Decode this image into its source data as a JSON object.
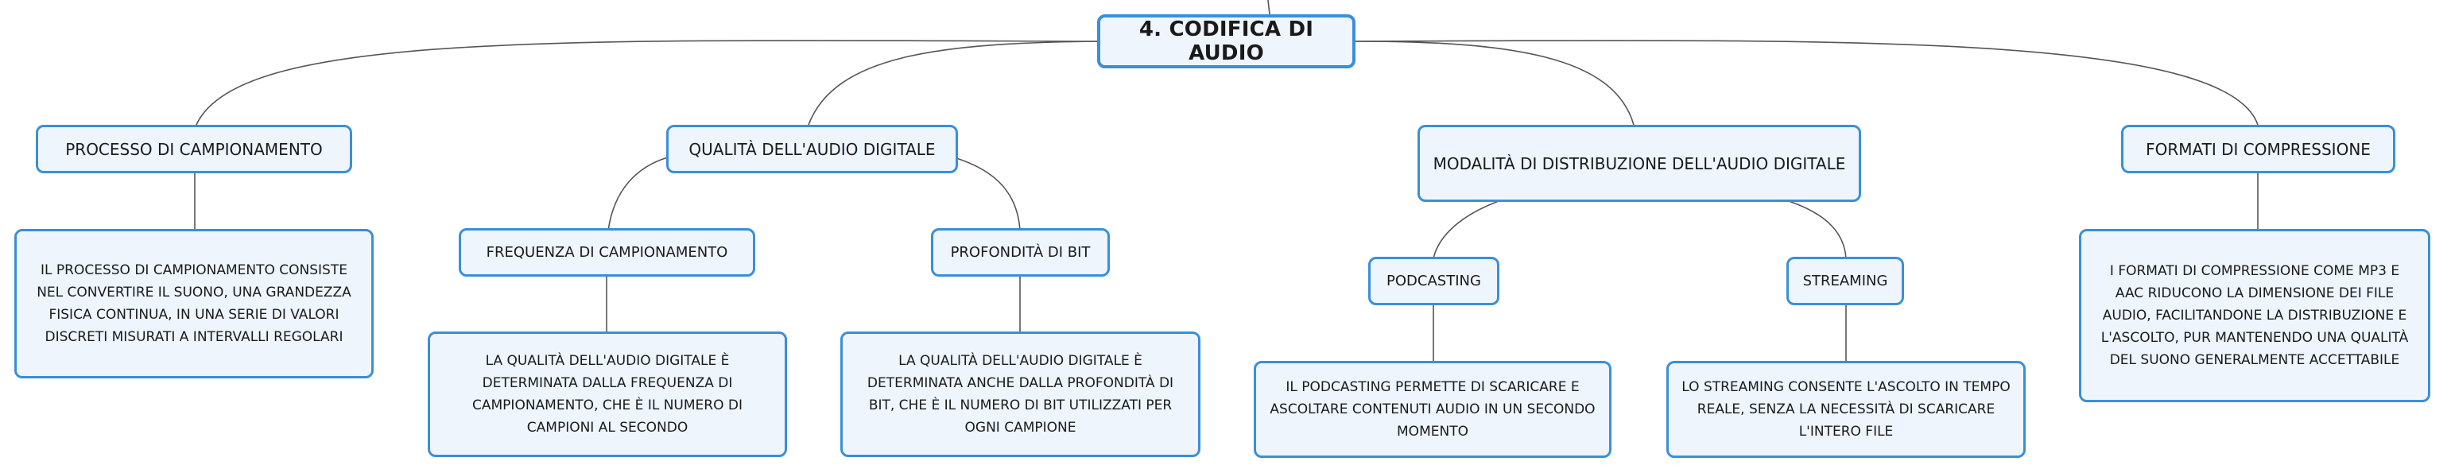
{
  "root": {
    "label": "4. CODIFICA DI AUDIO"
  },
  "topics": {
    "sampling": {
      "label": "PROCESSO DI CAMPIONAMENTO",
      "description": "IL PROCESSO DI CAMPIONAMENTO CONSISTE NEL CONVERTIRE IL SUONO, UNA GRANDEZZA FISICA CONTINUA, IN UNA SERIE DI VALORI DISCRETI MISURATI A INTERVALLI REGOLARI"
    },
    "quality": {
      "label": "QUALITÀ DELL'AUDIO DIGITALE",
      "frequency": {
        "label": "FREQUENZA DI CAMPIONAMENTO",
        "description": "LA QUALITÀ DELL'AUDIO DIGITALE È DETERMINATA DALLA FREQUENZA DI CAMPIONAMENTO, CHE È IL NUMERO DI CAMPIONI AL SECONDO"
      },
      "bitdepth": {
        "label": "PROFONDITÀ DI BIT",
        "description": "LA QUALITÀ DELL'AUDIO DIGITALE È DETERMINATA ANCHE DALLA PROFONDITÀ DI BIT, CHE È IL NUMERO DI BIT UTILIZZATI PER OGNI CAMPIONE"
      }
    },
    "distribution": {
      "label": "MODALITÀ DI DISTRIBUZIONE DELL'AUDIO DIGITALE",
      "podcasting": {
        "label": "PODCASTING",
        "description": "IL PODCASTING PERMETTE DI SCARICARE E ASCOLTARE CONTENUTI AUDIO IN UN SECONDO MOMENTO"
      },
      "streaming": {
        "label": "STREAMING",
        "description": "LO STREAMING CONSENTE L'ASCOLTO IN TEMPO REALE, SENZA LA NECESSITÀ DI SCARICARE L'INTERO FILE"
      }
    },
    "compression": {
      "label": "FORMATI DI COMPRESSIONE",
      "description": "I FORMATI DI COMPRESSIONE COME MP3 E AAC RIDUCONO LA DIMENSIONE DEI FILE AUDIO, FACILITANDONE LA DISTRIBUZIONE E L'ASCOLTO, PUR MANTENENDO UNA QUALITÀ DEL SUONO GENERALMENTE ACCETTABILE"
    }
  },
  "colors": {
    "node_border": "#3a8fd9",
    "node_fill": "#eef5fd",
    "connector": "#555555"
  }
}
